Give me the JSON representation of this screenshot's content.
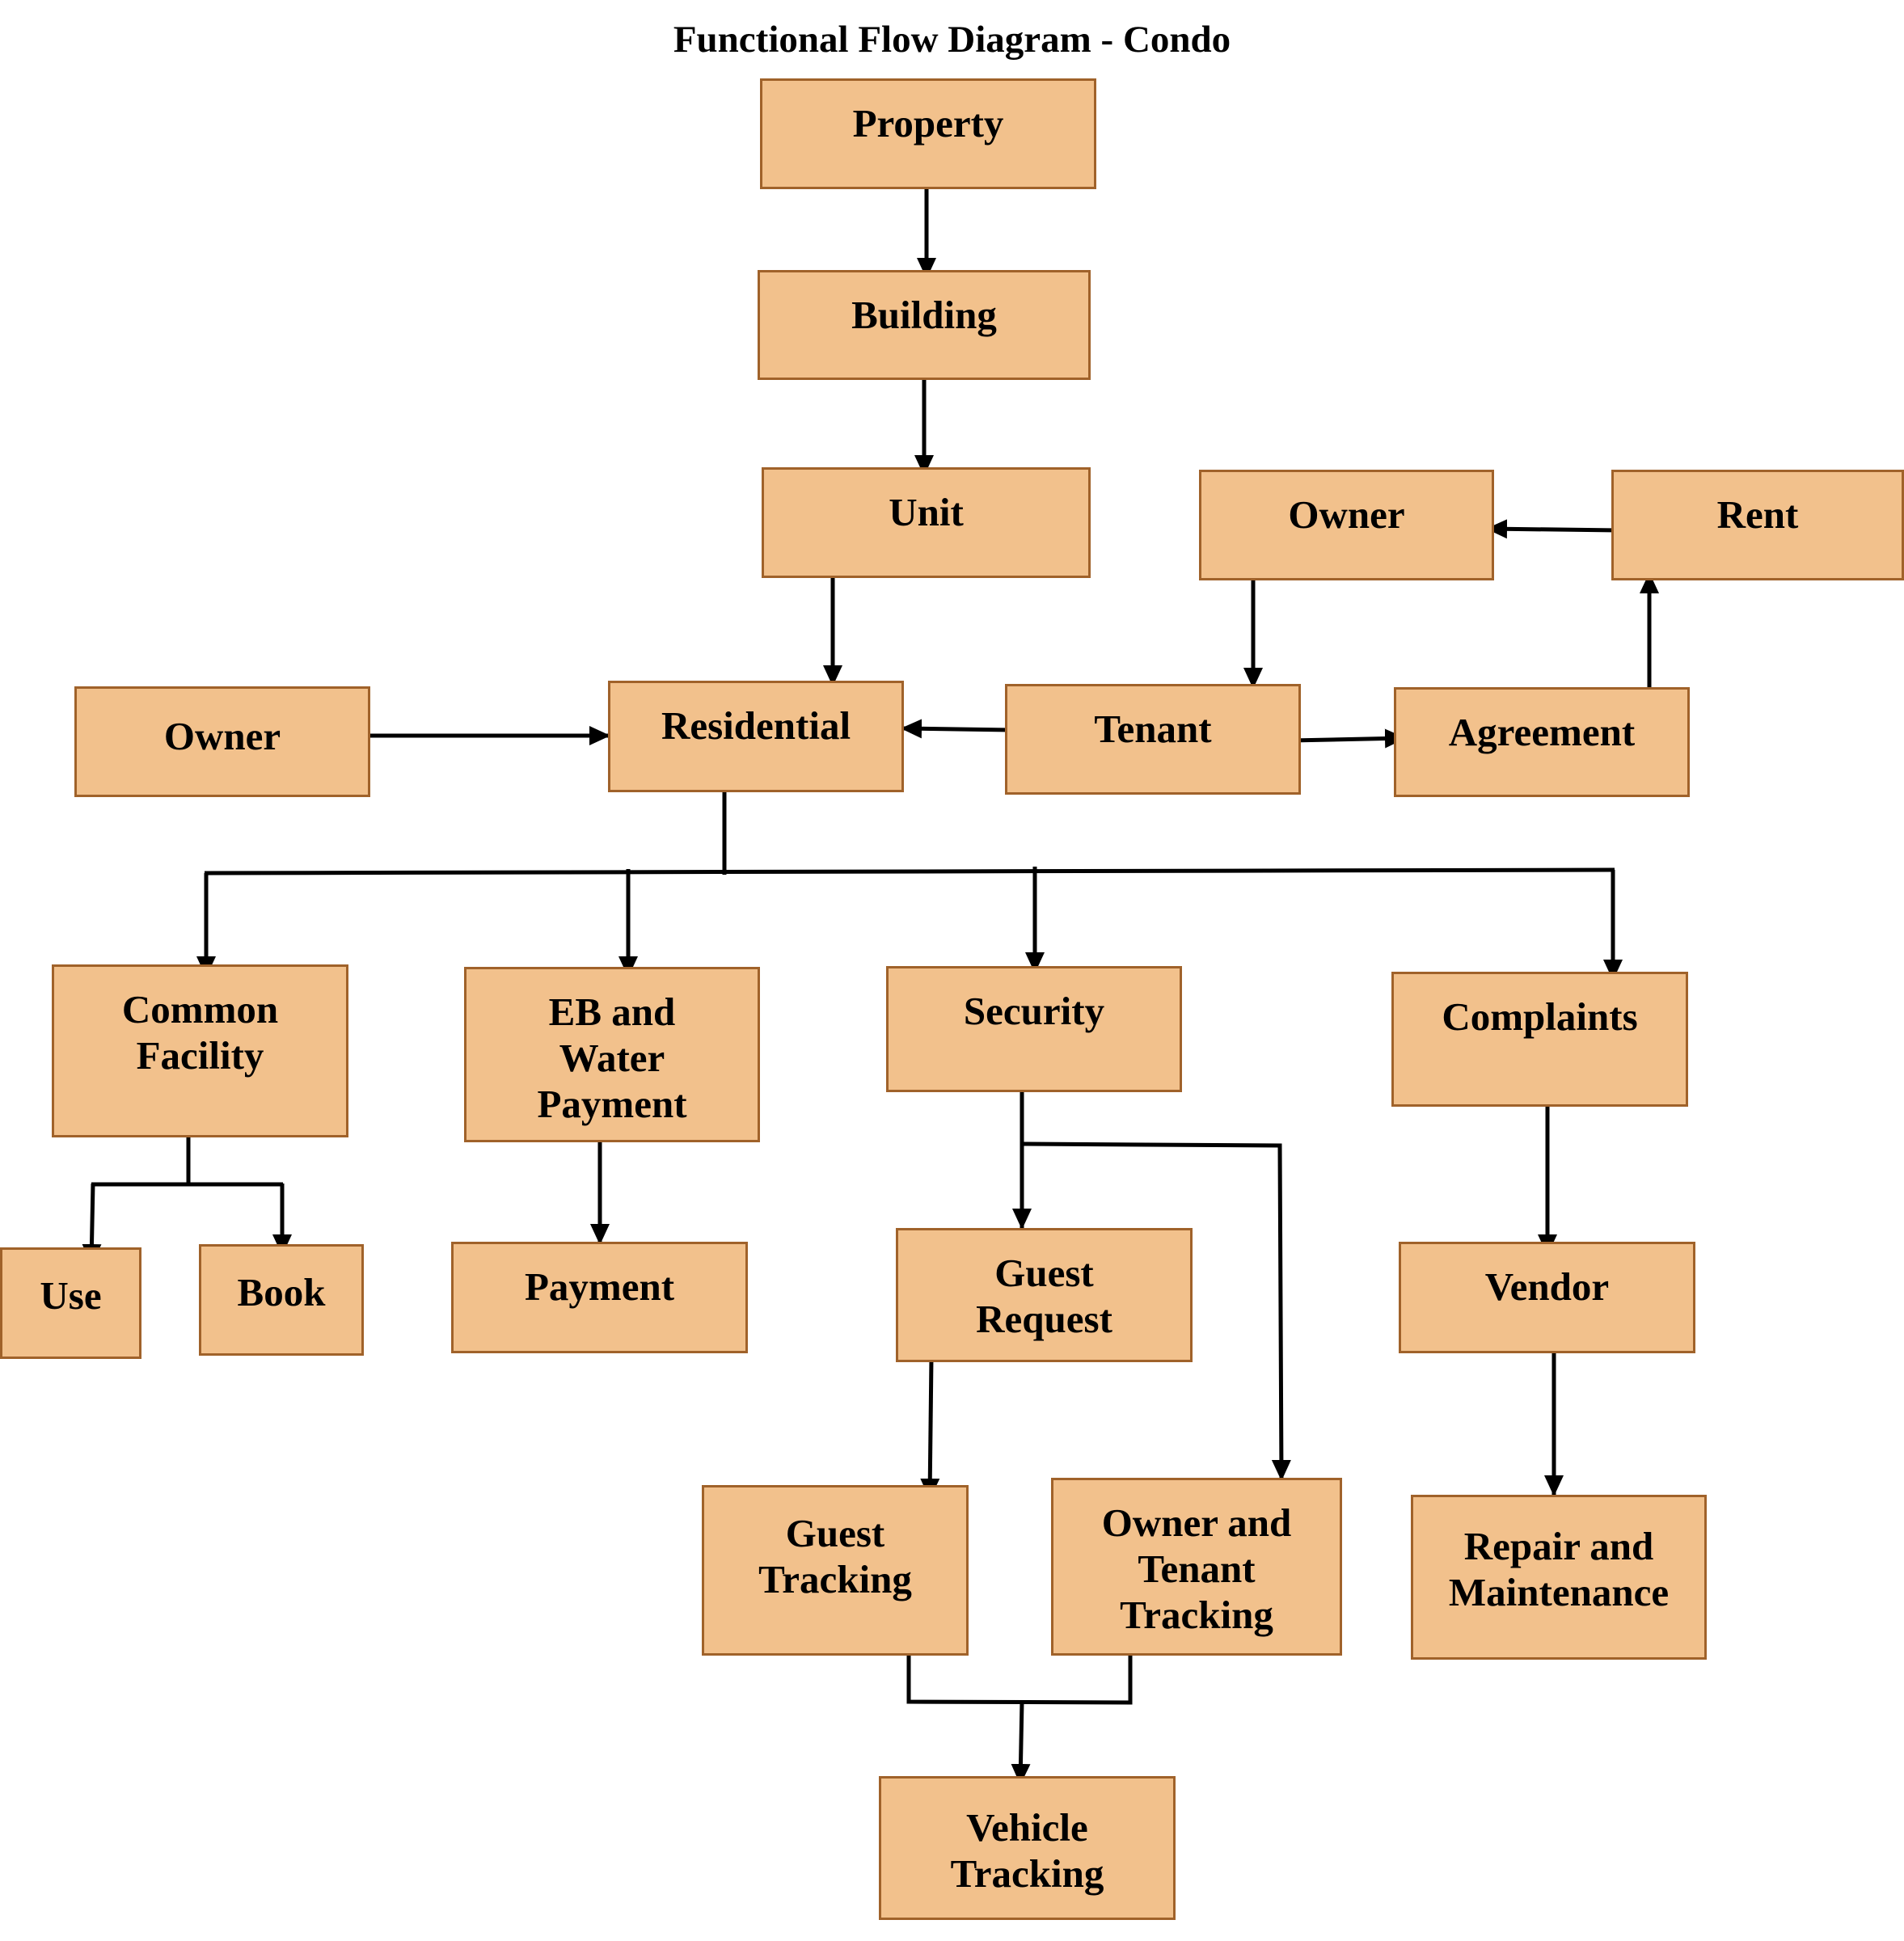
{
  "title": "Functional Flow Diagram - Condo",
  "colors": {
    "box_fill": "#f2c18c",
    "box_border": "#a0622a",
    "line": "#000000"
  },
  "nodes": {
    "property": "Property",
    "building": "Building",
    "unit": "Unit",
    "owner_top": "Owner",
    "rent": "Rent",
    "owner_left": "Owner",
    "residential": "Residential",
    "tenant": "Tenant",
    "agreement": "Agreement",
    "common_facility": "Common\nFacility",
    "eb_water_payment": "EB and\nWater\nPayment",
    "security": "Security",
    "complaints": "Complaints",
    "use": "Use",
    "book": "Book",
    "payment": "Payment",
    "guest_request": "Guest\nRequest",
    "vendor": "Vendor",
    "guest_tracking": "Guest\nTracking",
    "owner_tenant_tracking": "Owner and\nTenant\nTracking",
    "repair_maintenance": "Repair and\nMaintenance",
    "vehicle_tracking": "Vehicle\nTracking"
  }
}
